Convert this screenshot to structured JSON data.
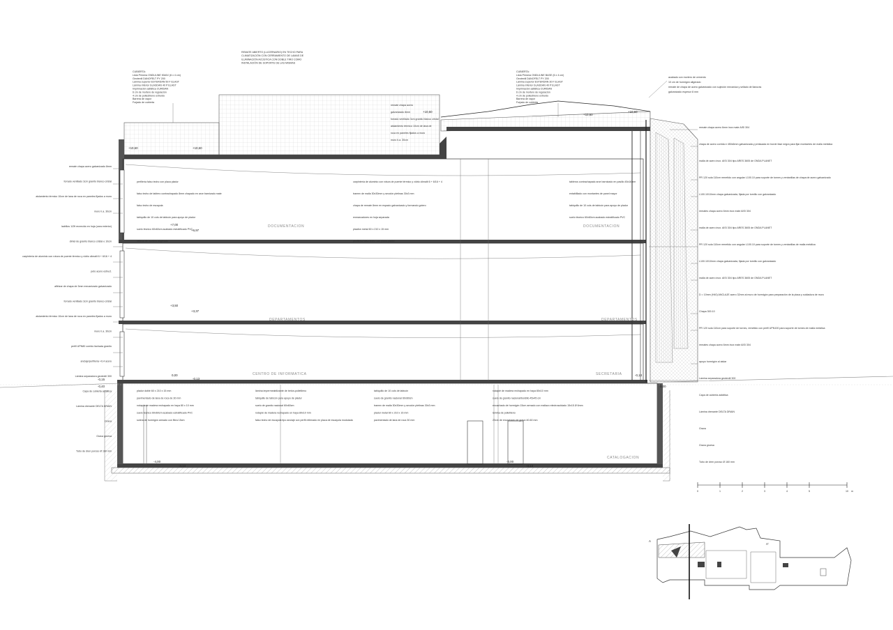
{
  "callouts": {
    "cubierta_left": [
      "CUBIERTA:",
      "Lista Primera ONDULINE KMAX (6 x 4 cm)",
      "Geotextil DANOFELT PY 200",
      "Lámina superior ESTERDAN 50 F ELAST",
      "Lámina inferior GLASDAN 40 P ELAST",
      "Imprimación asfáltica CURIDAN",
      "6 cm de mortero de regulación",
      "4 cm de poliestireno extruido",
      "Barrera de vapor",
      "Forjado de cubierta"
    ],
    "lucernario": [
      "REMATE ABIERTO (LUCERNARIO) EN TECHO PARA",
      "CLIMATIZACIÓN CON CERRAMIENTO DE LAMAS DE",
      "ILUMINACIÓN ACÚSTICA CON DOBLE TIRO COMO",
      "INSTALACIÓN DE SOPORTE DE LAS MISMAS"
    ],
    "cubierta_right": [
      "CUBIERTA:",
      "Lista Primera ONDULINE BASE (6 x 4 cm)",
      "Geotextil DANOFELT PY 200",
      "Lámina superior ESTERDAN 30 F ELAST",
      "Lámina inferior GLASDAN 40 P ELAST",
      "Imprimación asfáltica CURIDAN",
      "6 cm de mortero de regulación",
      "4 cm de poliestireno extruido",
      "Barrera de vapor",
      "Forjado de cubierta"
    ],
    "roof_right_top": [
      "acabado con mortero de cemento",
      "10 cm de hormigón aligerado",
      "remate de chapa de acero galvanizado con sujeción mecánica y sellado de llanuras",
      "galvanizado espesor 8 mm"
    ],
    "roof_mid": [
      "remate chapa acero",
      "galvanizado 8mm",
      "forrado ventilado 3cm granito blanco cristal",
      "aislamiento térmico 10cm de lana de",
      "roca en paneles fijados a muro",
      "muro h.a. 30cm"
    ],
    "left": [
      "remate chapa acero galvanizado 8mm",
      "forrado ventilado 3cm granito blanco cristal",
      "aislamiento térmico 10cm de lana de roca en paneles fijados a muro",
      "muro h.a. 30cm",
      "ladrillos 1/2ft recrecido en hoja (cara exterior)",
      "dintel de granito blanco cristal e 10cm",
      "carpintería de aluminio con rotura de puente térmico y vidrio climalit 6 + 6/16 + 4",
      "peto acero estruct.",
      "alféizar de chapa de 3mm mecanizado galvanizado",
      "forrado ventilado 3cm granito blanco cristal",
      "aislamiento térmico 10cm de lana de roca en paneles fijados a muro",
      "muro h.a. 30cm",
      "perfil UPN80 corrido fachada granito",
      "anclaje/perfilería +0,4 acero",
      "Lámina separadora geotextil 300",
      "Capa de cubierta asfáltica",
      "Lámina drenante DELTA DRAIN",
      "Grava",
      "Grava gruesa",
      "Tubo de dren poroso Ø 160 mm"
    ],
    "right": [
      "remate chapa acero 6mm inox mate AISI 304",
      "chapa de acero corrida e 450x6mm galvanizada y prelacada en borde fase negra para fijar montantes de malla metálica",
      "malla de acero inox. AISI 304 tipo ARES 3605 de ONDA PLANET",
      "PR 120 sola 110cm remetido con angular L100.10 para soporte de tornes y ventanillas de chapa de acero galvanizado",
      "L100.10/10mm chapa galvanizada, fijada por tornillo con galvanizado",
      "remates chapa acero 6mm inox mate AISI 304",
      "malla de acero inox. AISI 304 tipo ARES 3605 de ONDA PLANET",
      "PR 120 sola 110cm remetido con angular L100.10 para soporte de tornes y ventanillas de malla metálica",
      "L100.10/10mm chapa galvanizada, fijada por tornillo con galvanizado",
      "malla de acero inox. AISI 304 tipo ARES 3605 de ONDA PLANET",
      "D = 10mm (H40) ANCLAJE acero 32mm al muro de hormigón para preparación de la placa y soldadura de muro",
      "Chapa 300.10",
      "PR 120 sola 110cm para soporte de tornes, remetido con perfil UPN100 para soporte de tornes de malla metálica",
      "remates chapa acero 6mm inox mate AISI 304",
      "apoyo hormigón al aislar",
      "Lámina separadora geotextil 300",
      "Capa de cubierta asfáltica",
      "Lámina drenante DELTA DRAIN",
      "Grava",
      "Grava gruesa",
      "Tubo de dren poroso Ø 160 mm"
    ],
    "interior": [
      "perfilería falso techo con placa pladur",
      "falso techo de tablero contrachapado 8mm chapado en arce barnizado mate",
      "falso techo de escayola",
      "tabiquillo de 10 cols de tabicón para apoyo de pladur",
      "suelo técnico 60x60cm acabado estratificado PVC",
      "relleno de mortero aligerado",
      "carpintería de aluminio con rotura de puente térmico y vidrio climalit 6 + 6/16 + 4",
      "tramex de malla 30x30mm y sección pletinas 30x3 mm",
      "chapa de remate 8mm en espacio galvanizado y formando gotero",
      "enmarcadores en hoja separada",
      "plaafon metal 60 x 210 x 15 mm",
      "perfilería falso techo con placa pladur",
      "tableros contrachapado arce barnizado en pasillo 45x16mm",
      "entablillado con montantes de panel mayor",
      "tabiquillo de 10 cols de tabicón para apoyo de pladur",
      "suelo técnico 60x60cm acabado estratificado PVC"
    ],
    "basement": [
      "pladur doble 60 x 210 x 15 mm",
      "pavimentado de lana de roca de 30 mm",
      "rodapié de madera rechapado en haya 80 x 10 mm",
      "suelo técnico 60x60cm acabado estratificado PVC",
      "solera de hormigón armado con fibra 15cm",
      "lámina impermeabilizante de betún-polietileno",
      "tabiquillo de tabicón para apoyo de pladur",
      "suelo de granito nacional 60x60cm",
      "rodapié de madera rechapado en haya 80x10 mm",
      "falso techo de escayola tipo anclaje con perfil rellenado en placa de escayola modulada",
      "tabiquillo de 10 cols de tabicón",
      "suelo de granito nacional 60x60cm",
      "tramex de malla 30x30mm y sección pletinas 30x3 mm",
      "pladur metal 60 x 210 x 15 mm",
      "pavimentado de lana de roca 30 mm",
      "rodapié de madera rechapado en haya 80x10 mm",
      "suelo de granito nacional/bordillo 45x45 cm",
      "encachado de hormigón 15cm armado con mallazo electrosoldado 15x15 Ø 6mm",
      "lámina de polietileno",
      "20cm de encachado de grava 40-60 mm"
    ]
  },
  "rooms": {
    "documentacion_left": "DOCUMENTACION",
    "documentacion_right": "DOCUMENTACION",
    "departamentos": "DEPARTAMENTOS",
    "departamentos_right": "DEPARTAMENTOS",
    "centro_informatica": "CENTRO DE INFORMATICA",
    "secretaria": "SECRETARIA",
    "catalogacion": "CATALOGACION"
  },
  "levels": {
    "roof_left": "+10,60",
    "roof_left2": "+10,60",
    "roof_mid": "+10,60",
    "roof_right": "+10,60",
    "roof_right2": "+10,60",
    "f2a": "+7,00",
    "f2b": "+6,97",
    "f1a": "+3,50",
    "f1b": "+3,37",
    "gf_a": "-0,15",
    "gf_b": "-0,40",
    "gf_c": "0,00",
    "gf_d": "-0,13",
    "gf_right": "-0,13",
    "b_a": "-4,00",
    "b_b": "-4,13",
    "b_c": "-4,00",
    "b_d": "-4,13",
    "ext_right": "0,00"
  },
  "scale": {
    "ticks": [
      "0",
      "1",
      "2",
      "3",
      "4",
      "5",
      "10"
    ],
    "unit": "m"
  },
  "key_plan": {
    "labels": [
      "A",
      "A'"
    ]
  },
  "colors": {
    "line": "#222222",
    "hatch": "#888888",
    "room_label": "#888888"
  }
}
